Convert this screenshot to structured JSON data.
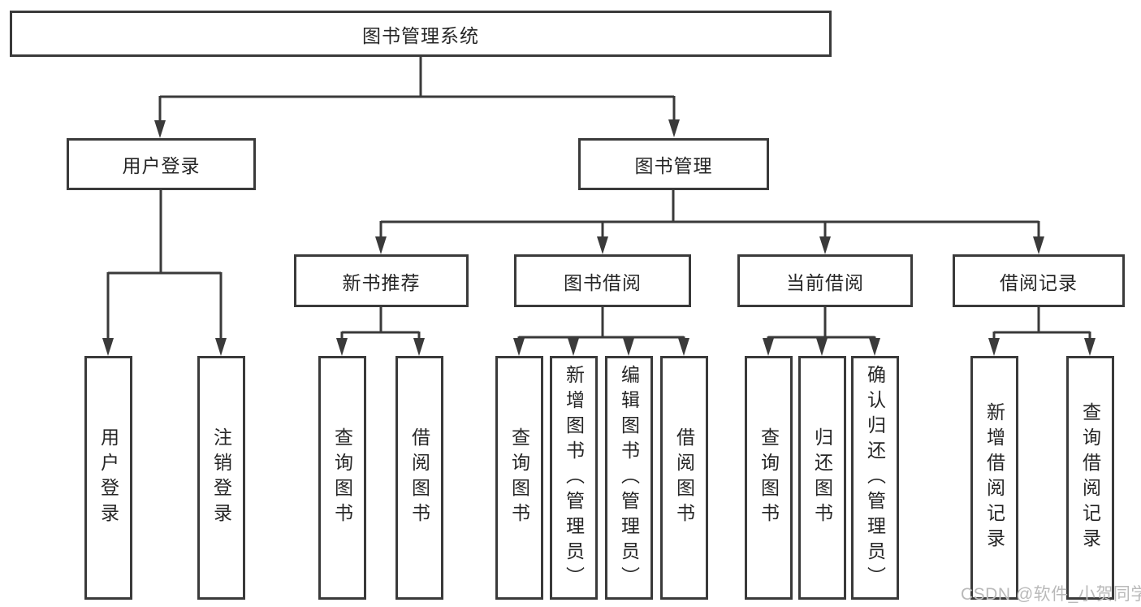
{
  "colors": {
    "line": "#3a3a3a",
    "text": "#262626",
    "watermark": "#b9b9b9",
    "background": "#ffffff"
  },
  "tree": {
    "root": {
      "label": "图书管理系统"
    },
    "children": [
      {
        "label": "用户登录",
        "children": [
          {
            "label": "用户登录"
          },
          {
            "label": "注销登录"
          }
        ]
      },
      {
        "label": "图书管理",
        "children": [
          {
            "label": "新书推荐",
            "children": [
              {
                "label": "查询图书"
              },
              {
                "label": "借阅图书"
              }
            ]
          },
          {
            "label": "图书借阅",
            "children": [
              {
                "label": "查询图书"
              },
              {
                "label": "新增图书（管理员）"
              },
              {
                "label": "编辑图书（管理员）"
              },
              {
                "label": "借阅图书"
              }
            ]
          },
          {
            "label": "当前借阅",
            "children": [
              {
                "label": "查询图书"
              },
              {
                "label": "归还图书"
              },
              {
                "label": "确认归还（管理员）"
              }
            ]
          },
          {
            "label": "借阅记录",
            "children": [
              {
                "label": "新增借阅记录"
              },
              {
                "label": "查询借阅记录"
              }
            ]
          }
        ]
      }
    ]
  },
  "watermark": {
    "text": "CSDN @软件_小贺同学"
  }
}
